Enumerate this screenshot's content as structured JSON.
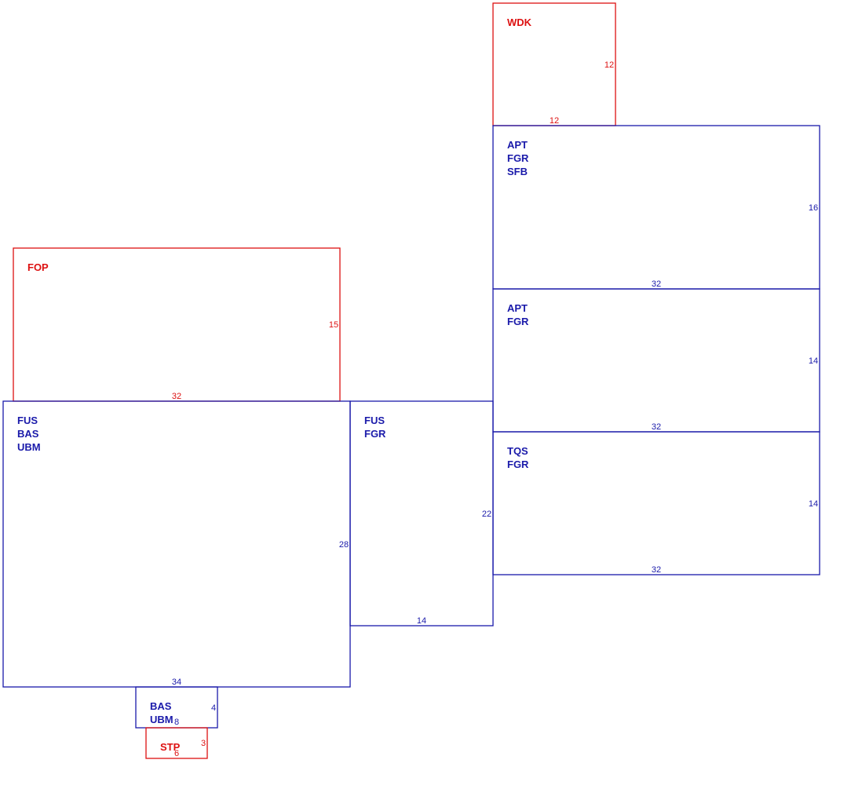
{
  "colors": {
    "blue": "#1a1aaa",
    "red": "#dd1111"
  },
  "areas": [
    {
      "id": "wdk",
      "color": "red",
      "labels": [
        "WDK"
      ],
      "dims": [
        "12",
        "12"
      ]
    },
    {
      "id": "apt1",
      "color": "blue",
      "labels": [
        "APT",
        "FGR",
        "SFB"
      ],
      "dims": [
        "16",
        "32"
      ]
    },
    {
      "id": "apt2",
      "color": "blue",
      "labels": [
        "APT",
        "FGR"
      ],
      "dims": [
        "14",
        "32"
      ]
    },
    {
      "id": "tqs",
      "color": "blue",
      "labels": [
        "TQS",
        "FGR"
      ],
      "dims": [
        "14",
        "32"
      ]
    },
    {
      "id": "fop",
      "color": "red",
      "labels": [
        "FOP"
      ],
      "dims": [
        "15",
        "32"
      ]
    },
    {
      "id": "fus1",
      "color": "blue",
      "labels": [
        "FUS",
        "BAS",
        "UBM"
      ],
      "dims": [
        "28",
        "34"
      ]
    },
    {
      "id": "fus2",
      "color": "blue",
      "labels": [
        "FUS",
        "FGR"
      ],
      "dims": [
        "22",
        "14"
      ]
    },
    {
      "id": "bas",
      "color": "blue",
      "labels": [
        "BAS",
        "UBM"
      ],
      "dims": [
        "4",
        "8"
      ]
    },
    {
      "id": "stp",
      "color": "red",
      "labels": [
        "STP"
      ],
      "dims": [
        "3",
        "6"
      ]
    }
  ]
}
